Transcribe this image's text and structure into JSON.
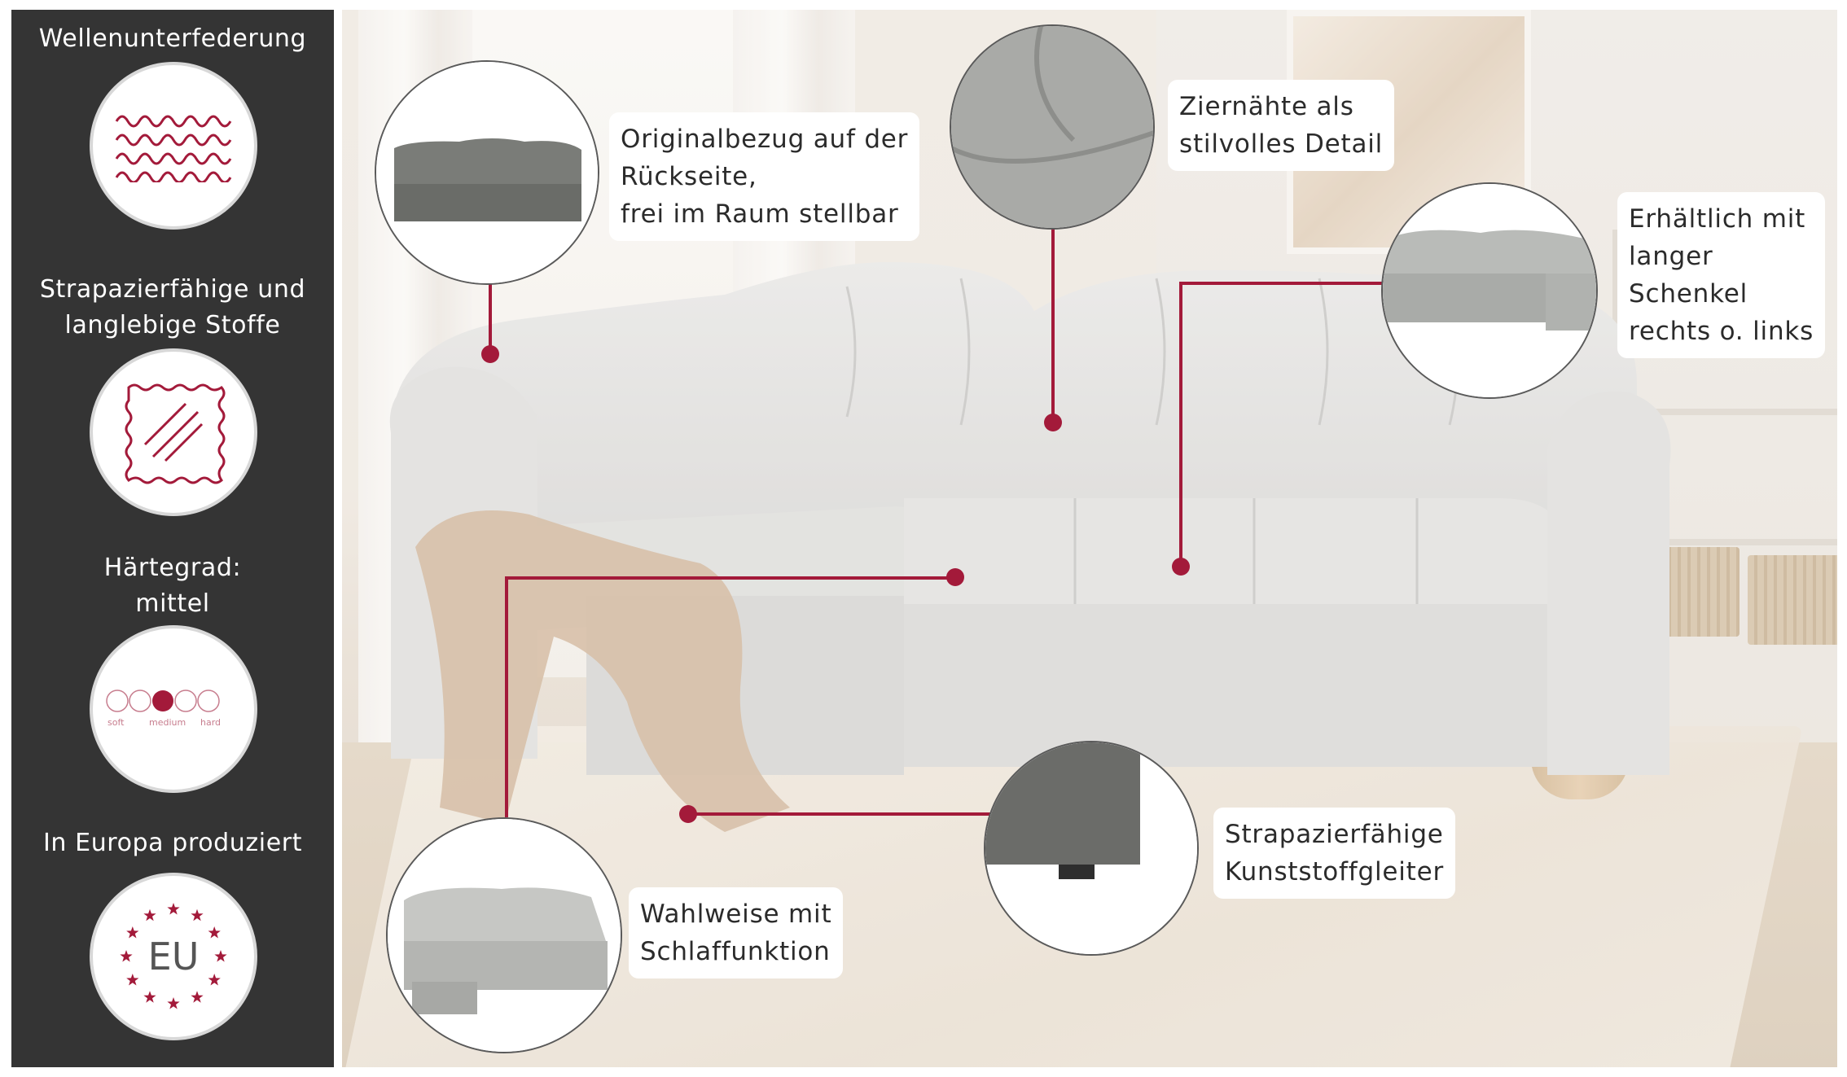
{
  "panel": {
    "features": [
      {
        "label": "Wellenunterfederung",
        "icon": "spring-wave-icon"
      },
      {
        "label_line1": "Strapazierfähige und",
        "label_line2": "langlebige Stoffe",
        "icon": "fabric-icon"
      },
      {
        "label_line1": "Härtegrad:",
        "label_line2": "mittel",
        "icon": "firmness-scale-icon",
        "scale": {
          "soft": "soft",
          "medium": "medium",
          "hard": "hard",
          "level": 3,
          "of": 5
        }
      },
      {
        "label": "In Europa produziert",
        "icon": "eu-stars-icon",
        "badge": "EU"
      }
    ]
  },
  "callouts": {
    "back": {
      "line1": "Originalbezug auf der",
      "line2": "Rückseite,",
      "line3": "frei im Raum stellbar"
    },
    "seams": {
      "line1": "Ziernähte als",
      "line2": "stilvolles Detail"
    },
    "long_side": {
      "line1": "Erhältlich mit",
      "line2": "langer",
      "line3": "Schenkel",
      "line4": "rechts o. links"
    },
    "glides": {
      "line1": "Strapazierfähige",
      "line2": "Kunststoffgleiter"
    },
    "sleep": {
      "line1": "Wahlweise mit",
      "line2": "Schlaffunktion"
    }
  },
  "colors": {
    "accent": "#a31a3a",
    "panel": "#343434"
  }
}
